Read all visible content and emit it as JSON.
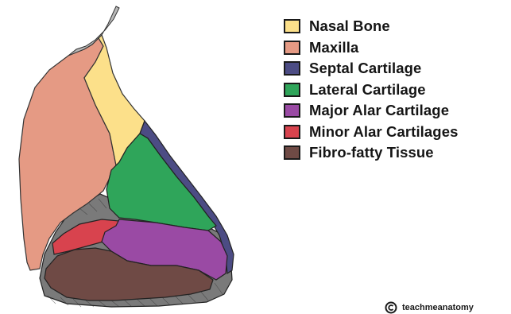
{
  "legend": [
    {
      "key": "nasal-bone",
      "label": "Nasal Bone",
      "color": "#fce08a"
    },
    {
      "key": "maxilla",
      "label": "Maxilla",
      "color": "#e59a84"
    },
    {
      "key": "septal-cartilage",
      "label": "Septal Cartilage",
      "color": "#4c4c84"
    },
    {
      "key": "lateral-cartilage",
      "label": "Lateral Cartilage",
      "color": "#2fa55a"
    },
    {
      "key": "major-alar-cartilage",
      "label": "Major Alar Cartilage",
      "color": "#9a4aa4"
    },
    {
      "key": "minor-alar-cartilages",
      "label": "Minor Alar Cartilages",
      "color": "#d8434e"
    },
    {
      "key": "fibro-fatty-tissue",
      "label": "Fibro-fatty Tissue",
      "color": "#6f4a45"
    }
  ],
  "watermark": {
    "text": "teachmeanatomy",
    "icon": "teachmeanatomy-logo-icon"
  }
}
